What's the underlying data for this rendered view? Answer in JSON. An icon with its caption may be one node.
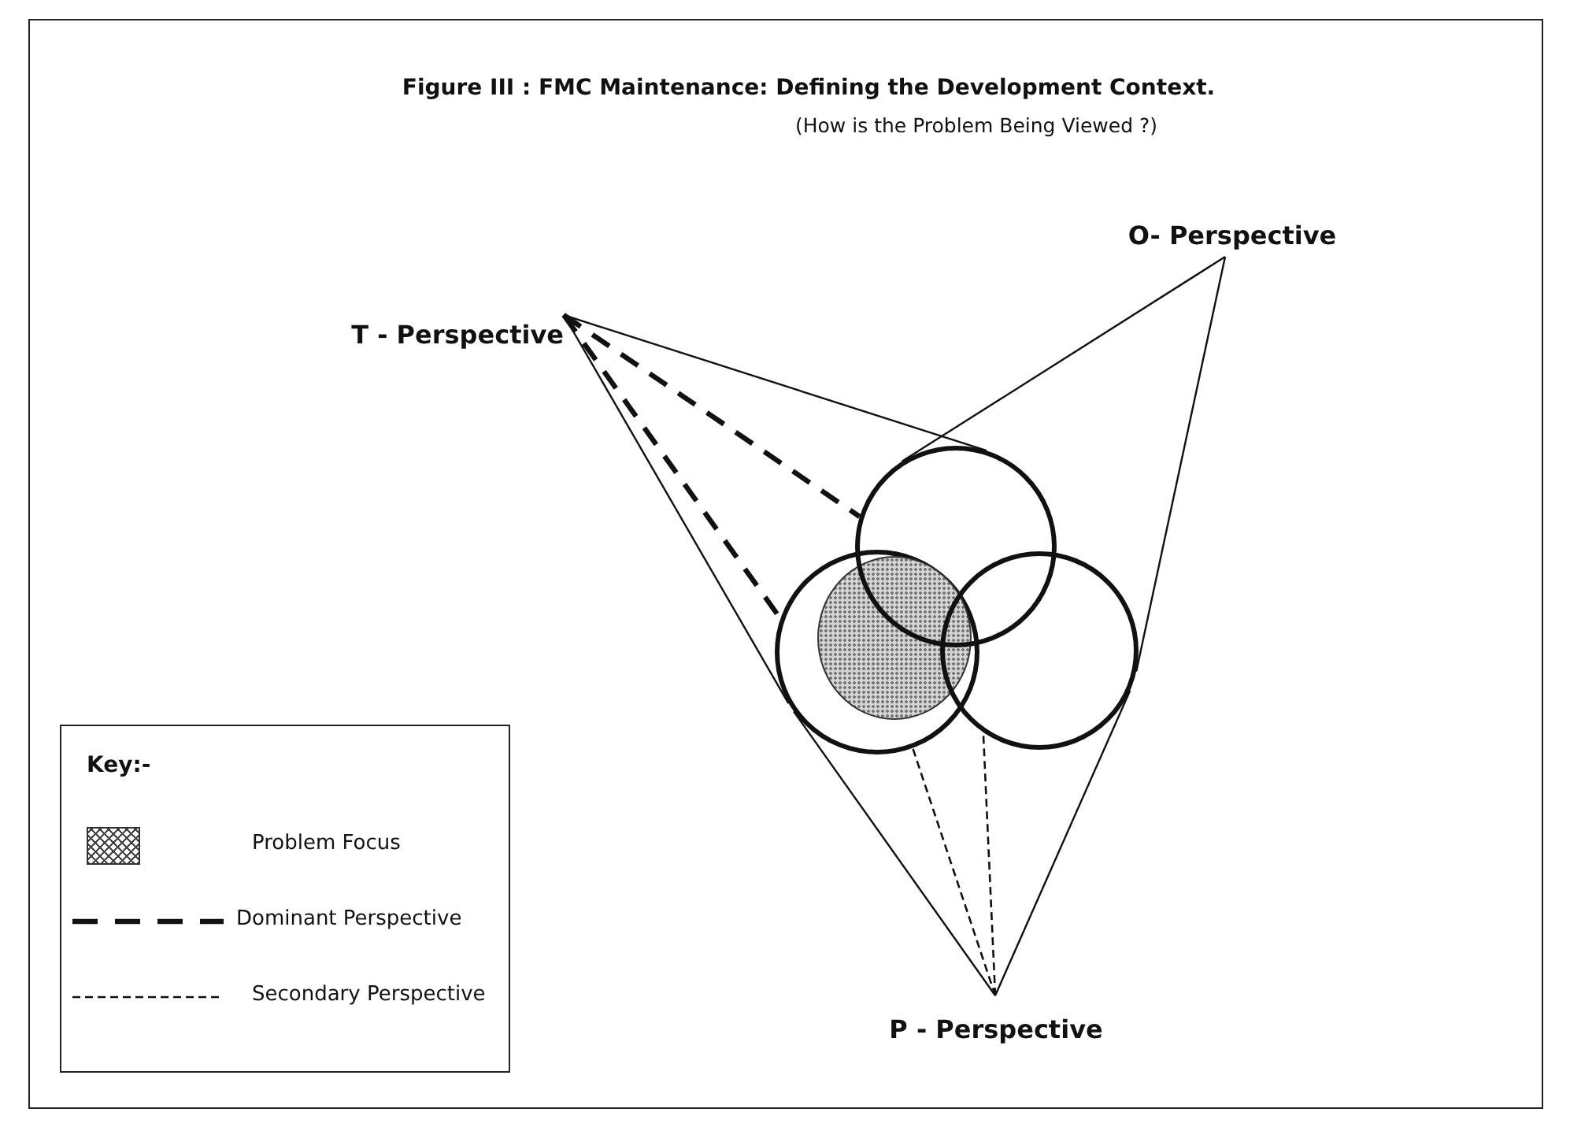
{
  "diagram": {
    "title": "Figure III : FMC Maintenance: Defining the Development Context.",
    "nodes": [
      {
        "text": [
          "T - Perspective"
        ]
      },
      {
        "text": [
          "O- Perspective"
        ]
      },
      {
        "text": [
          "P - Perspective"
        ]
      },
      {
        "text": [],
        "shape": "circle"
      },
      {
        "text": [],
        "shape": "circle"
      },
      {
        "text": [],
        "shape": "circle"
      },
      {
        "text": [],
        "shape": "ellipse",
        "in": 4
      }
    ],
    "edges": [
      {
        "from": 0,
        "to": 3,
        "arrow": "none"
      },
      {
        "from": 0,
        "to": 4,
        "arrow": "none"
      },
      {
        "from": 0,
        "to": 4,
        "arrow": "none",
        "style": "dashed"
      },
      {
        "from": 0,
        "to": 3,
        "arrow": "none",
        "style": "dashed"
      },
      {
        "from": 1,
        "to": 3,
        "arrow": "none"
      },
      {
        "from": 1,
        "to": 5,
        "arrow": "none"
      },
      {
        "from": 2,
        "to": 4,
        "arrow": "none"
      },
      {
        "from": 2,
        "to": 5,
        "arrow": "none"
      },
      {
        "from": 2,
        "to": 4,
        "arrow": "none",
        "style": "dashed"
      },
      {
        "from": 2,
        "to": 5,
        "arrow": "none",
        "style": "dashed"
      }
    ],
    "labels": [
      "(How is the Problem Being Viewed ?)",
      "Key:-"
    ],
    "legend": [
      {
        "text": "Problem Focus"
      },
      {
        "text": "Dominant Perspective"
      },
      {
        "text": "Secondary Perspective"
      }
    ]
  }
}
